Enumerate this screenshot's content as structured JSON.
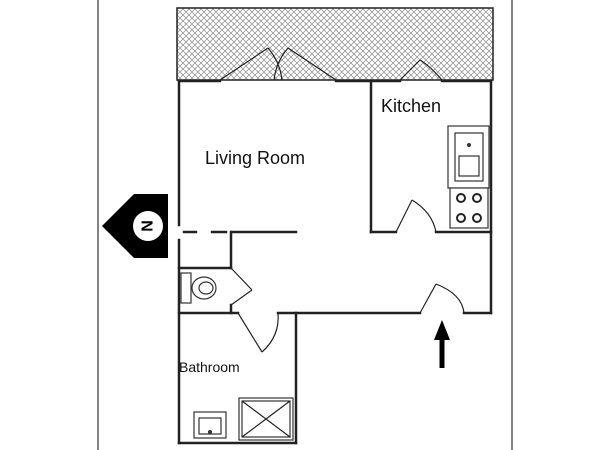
{
  "rooms": {
    "living_room": "Living Room",
    "kitchen": "Kitchen",
    "bathroom": "Bathroom"
  },
  "compass": {
    "letter": "N"
  },
  "icons": [
    "compass-north-icon",
    "entrance-arrow-icon",
    "sink-icon",
    "stove-icon",
    "toilet-icon",
    "shower-icon"
  ],
  "colors": {
    "walls": "#222222",
    "balcony_hatch": "#888888",
    "compass_fill": "#000000"
  }
}
